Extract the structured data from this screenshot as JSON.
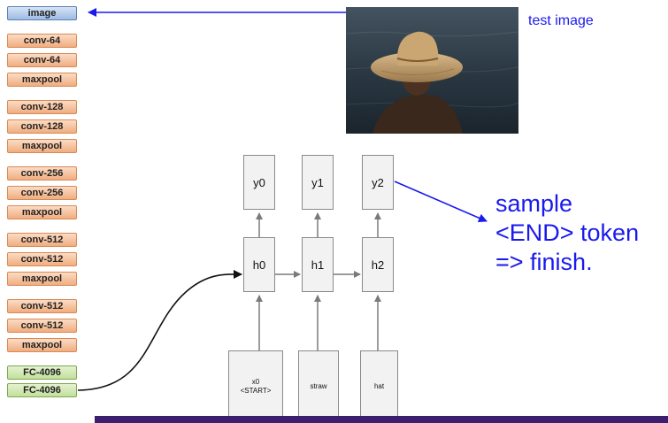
{
  "vgg_layers": [
    {
      "label": "image",
      "kind": "img"
    },
    {
      "label": "conv-64",
      "kind": "conv"
    },
    {
      "label": "conv-64",
      "kind": "conv"
    },
    {
      "label": "maxpool",
      "kind": "conv"
    },
    {
      "label": "conv-128",
      "kind": "conv"
    },
    {
      "label": "conv-128",
      "kind": "conv"
    },
    {
      "label": "maxpool",
      "kind": "conv"
    },
    {
      "label": "conv-256",
      "kind": "conv"
    },
    {
      "label": "conv-256",
      "kind": "conv"
    },
    {
      "label": "maxpool",
      "kind": "conv"
    },
    {
      "label": "conv-512",
      "kind": "conv"
    },
    {
      "label": "conv-512",
      "kind": "conv"
    },
    {
      "label": "maxpool",
      "kind": "conv"
    },
    {
      "label": "conv-512",
      "kind": "conv"
    },
    {
      "label": "conv-512",
      "kind": "conv"
    },
    {
      "label": "maxpool",
      "kind": "conv"
    },
    {
      "label": "FC-4096",
      "kind": "fc"
    },
    {
      "label": "FC-4096",
      "kind": "fc"
    }
  ],
  "rnn": {
    "outputs": [
      "y0",
      "y1",
      "y2"
    ],
    "hidden": [
      "h0",
      "h1",
      "h2"
    ],
    "inputs": [
      {
        "line1": "x0",
        "line2": "<START>"
      },
      {
        "line1": "straw",
        "line2": ""
      },
      {
        "line1": "hat",
        "line2": ""
      }
    ]
  },
  "annotations": {
    "test_image": "test image",
    "sample_line1": "sample",
    "sample_line2": "<END> token",
    "sample_line3": "=> finish."
  },
  "colors": {
    "annotation_blue": "#1a1aee",
    "footer_bar": "#3b1e6e",
    "conv_layer": "#f0ad80",
    "image_layer": "#9ebbe3",
    "fc_layer": "#c2e09c"
  }
}
